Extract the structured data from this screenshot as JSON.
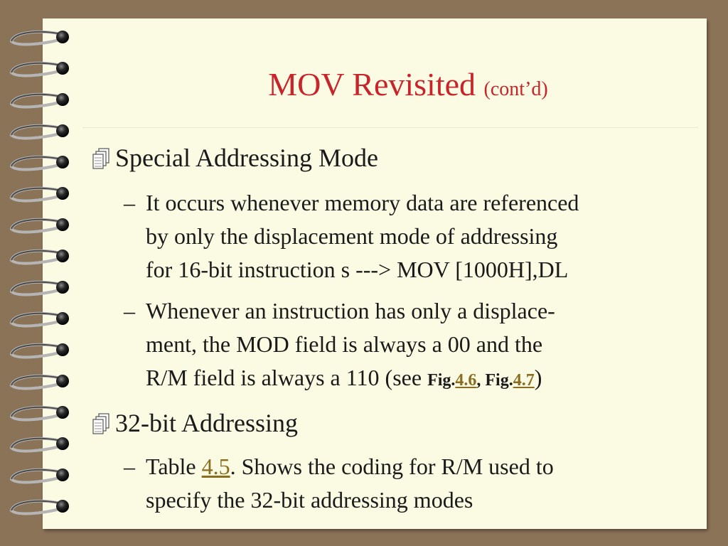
{
  "slide": {
    "title_main": "MOV Revisited",
    "title_sub": "(cont’d)",
    "bullets": [
      {
        "text": "Special Addressing Mode",
        "subs": [
          {
            "dash": "–",
            "line1": "It occurs whenever memory data are referenced",
            "line2": "by only the displacement mode of addressing",
            "line3": "for 16-bit instruction s ---> MOV [1000H],DL"
          },
          {
            "dash": "–",
            "line1": "Whenever an instruction has only a displace-",
            "line2": "ment, the MOD field is always a 00 and the",
            "line3_prefix": "R/M field is always a 110 (see ",
            "fig1_label": "Fig.",
            "fig1_link": "4.6",
            "fig_sep": ", ",
            "fig2_label": "Fig.",
            "fig2_link": "4.7",
            "line3_suffix": ")"
          }
        ]
      },
      {
        "text": "32-bit Addressing",
        "subs": [
          {
            "dash": "–",
            "line1_prefix": "Table ",
            "table_link": "4.5",
            "line1_suffix": ". Shows the coding for R/M used to",
            "line2": "specify the 32-bit addressing modes"
          }
        ]
      }
    ]
  },
  "icons": {
    "bullet": "notepad-bullet-icon",
    "binding": "spiral-ring-icon"
  },
  "colors": {
    "title": "#c8242b",
    "link": "#8a6d1f",
    "paper": "#fbfbe3",
    "background": "#8b7358"
  }
}
